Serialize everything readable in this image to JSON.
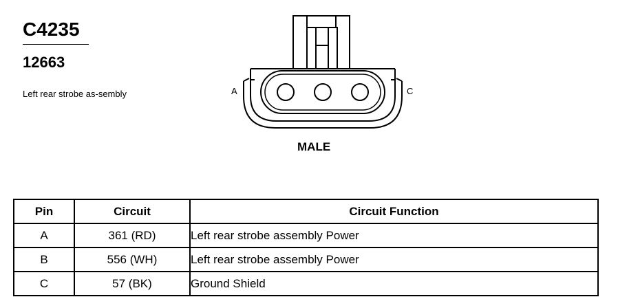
{
  "connector": {
    "id": "C4235",
    "part_number": "12663",
    "description": "Left rear strobe as-sembly",
    "gender": "MALE",
    "pin_left": "A",
    "pin_right": "C"
  },
  "table": {
    "headers": {
      "pin": "Pin",
      "circuit": "Circuit",
      "function": "Circuit Function"
    },
    "rows": [
      {
        "pin": "A",
        "circuit": "361 (RD)",
        "function": "Left rear strobe assembly Power"
      },
      {
        "pin": "B",
        "circuit": "556 (WH)",
        "function": "Left rear strobe assembly Power"
      },
      {
        "pin": "C",
        "circuit": "57 (BK)",
        "function": "Ground Shield"
      }
    ]
  }
}
